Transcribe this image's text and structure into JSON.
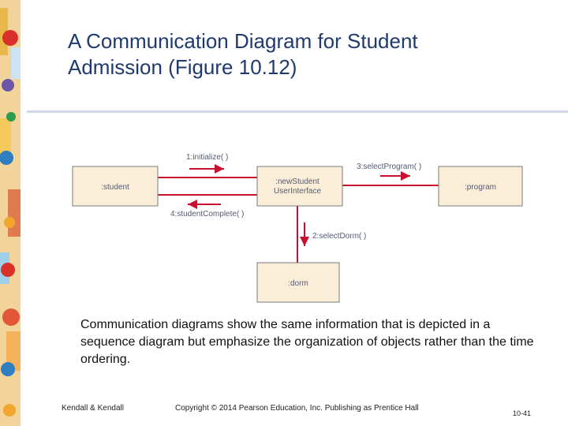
{
  "slide": {
    "title_line1": "A Communication Diagram for Student",
    "title_line2": "Admission (Figure 10.12)",
    "caption": "Communication diagrams show the same information that is depicted in a sequence diagram but emphasize the organization of objects rather than the time ordering."
  },
  "diagram": {
    "objects": {
      "student": ":student",
      "interface_line1": ":newStudent",
      "interface_line2": "UserInterface",
      "program": ":program",
      "dorm": ":dorm"
    },
    "messages": {
      "m1": "1:initialize( )",
      "m2": "2:selectDorm( )",
      "m3": "3:selectProgram( )",
      "m4": "4:studentComplete( )"
    },
    "colors": {
      "box_fill": "#fbeed9",
      "box_border": "#7a7a7a",
      "link": "#c8102e",
      "text": "#555a74"
    }
  },
  "footer": {
    "left": "Kendall & Kendall",
    "center": "Copyright © 2014 Pearson Education, Inc. Publishing as Prentice Hall",
    "page": "10-41"
  }
}
